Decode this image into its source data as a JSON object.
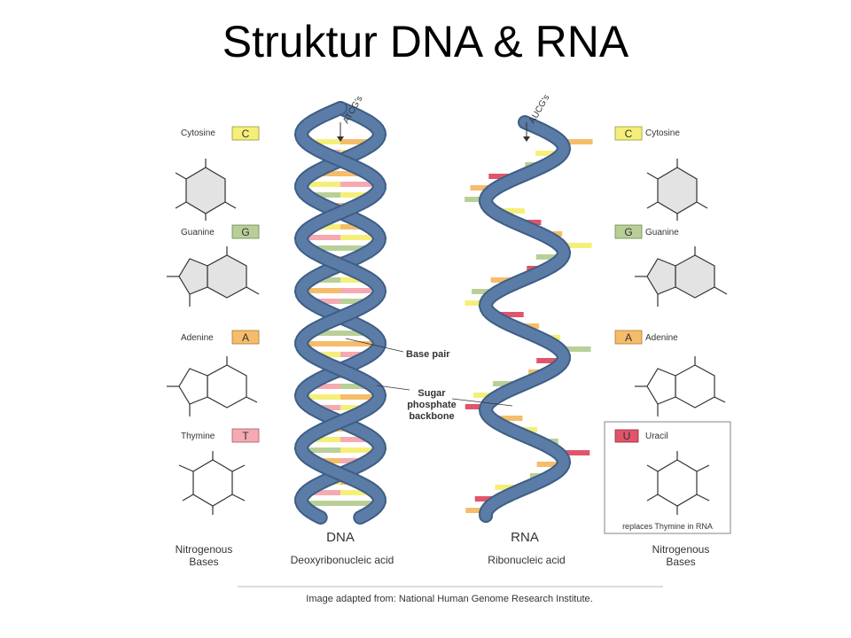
{
  "title": "Struktur DNA & RNA",
  "colors": {
    "backbone": "#5a7ca6",
    "backbone_dark": "#3e5e86",
    "cytosine": "#f5ef7a",
    "guanine": "#b9cf98",
    "adenine": "#f5bd6a",
    "thymine": "#f4aab0",
    "uracil": "#e0556a"
  },
  "bases_left": [
    {
      "name": "Cytosine",
      "letter": "C"
    },
    {
      "name": "Guanine",
      "letter": "G"
    },
    {
      "name": "Adenine",
      "letter": "A"
    },
    {
      "name": "Thymine",
      "letter": "T"
    }
  ],
  "bases_right": [
    {
      "name": "Cytosine",
      "letter": "C"
    },
    {
      "name": "Guanine",
      "letter": "G"
    },
    {
      "name": "Adenine",
      "letter": "A"
    },
    {
      "name": "Uracil",
      "letter": "U"
    }
  ],
  "helix_top_labels": {
    "dna": "ATCG's",
    "rna": "AUCG's"
  },
  "annotations": {
    "base_pair": "Base pair",
    "backbone_line1": "Sugar",
    "backbone_line2": "phosphate",
    "backbone_line3": "backbone"
  },
  "uracil_note": "replaces Thymine in RNA",
  "captions": {
    "left_line1": "Nitrogenous",
    "left_line2": "Bases",
    "right_line1": "Nitrogenous",
    "right_line2": "Bases",
    "dna": "DNA",
    "dna_full": "Deoxyribonucleic acid",
    "rna": "RNA",
    "rna_full": "Ribonucleic acid"
  },
  "credit": "Image adapted from: National Human Genome Research Institute."
}
